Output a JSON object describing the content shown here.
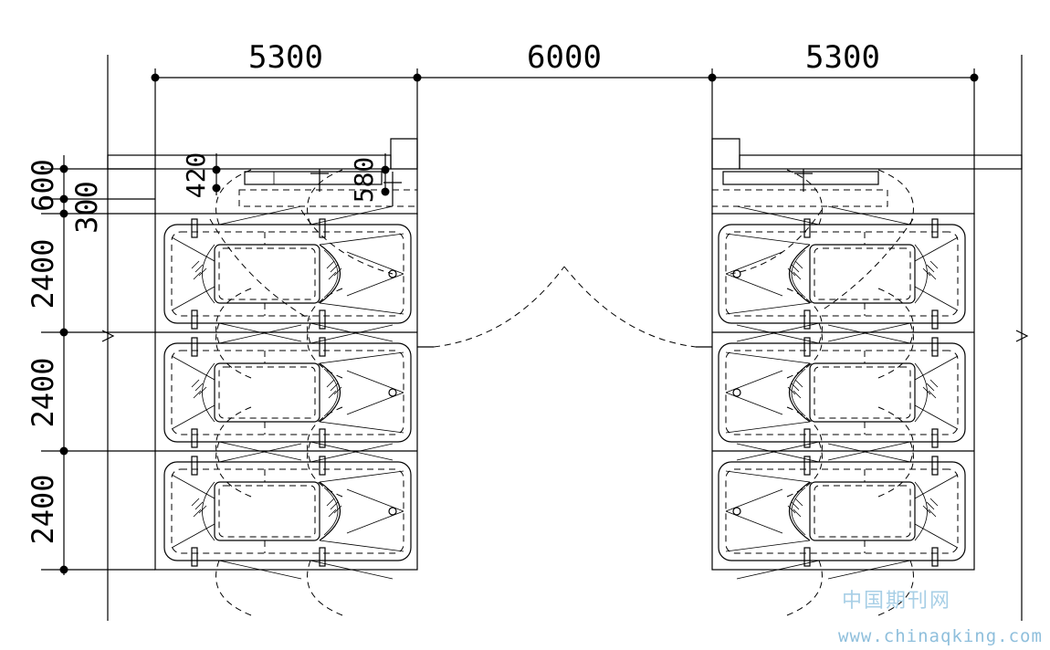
{
  "dimensions": {
    "top": [
      "5300",
      "6000",
      "5300"
    ],
    "left": [
      "600",
      "300",
      "2400",
      "2400",
      "2400"
    ],
    "inner": [
      "420",
      "580"
    ]
  },
  "watermark": {
    "cn": "中国期刊网",
    "url": "www.chinaqking.com"
  }
}
